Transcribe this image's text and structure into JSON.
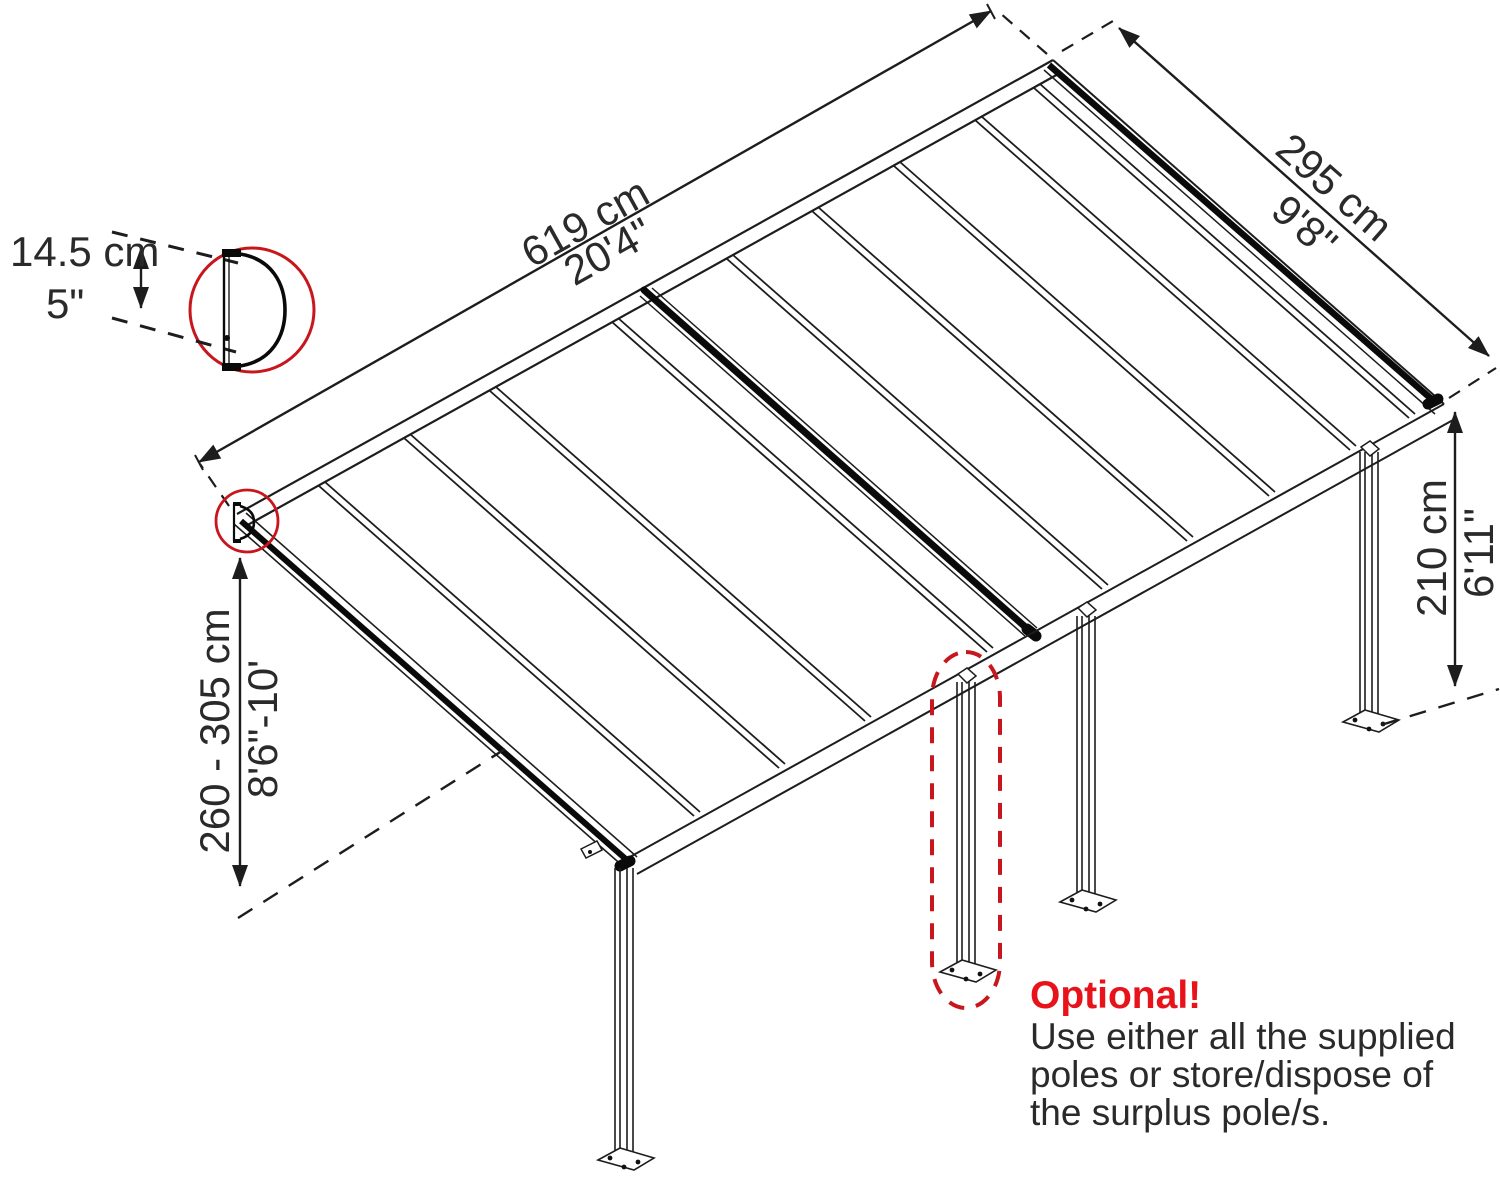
{
  "diagram": {
    "type": "patio-cover-dimension-diagram",
    "dimensions": {
      "profile_height": {
        "metric": "14.5 cm",
        "imperial": "5\""
      },
      "roof_length": {
        "metric": "619 cm",
        "imperial": "20'4\""
      },
      "roof_depth": {
        "metric": "295 cm",
        "imperial": "9'8\""
      },
      "post_height": {
        "metric": "210 cm",
        "imperial": "6'11\""
      },
      "mount_height": {
        "metric": "260 - 305 cm",
        "imperial": "8'6\"-10'"
      }
    },
    "note": {
      "title": "Optional!",
      "line1": "Use either all the supplied",
      "line2": "poles or store/dispose of",
      "line3": "the surplus pole/s."
    },
    "colors": {
      "line": "#1d1d1d",
      "beam_dark": "#0a0a0a",
      "accent_red": "#c8161d",
      "note_red": "#e8131a",
      "background": "#ffffff"
    }
  }
}
